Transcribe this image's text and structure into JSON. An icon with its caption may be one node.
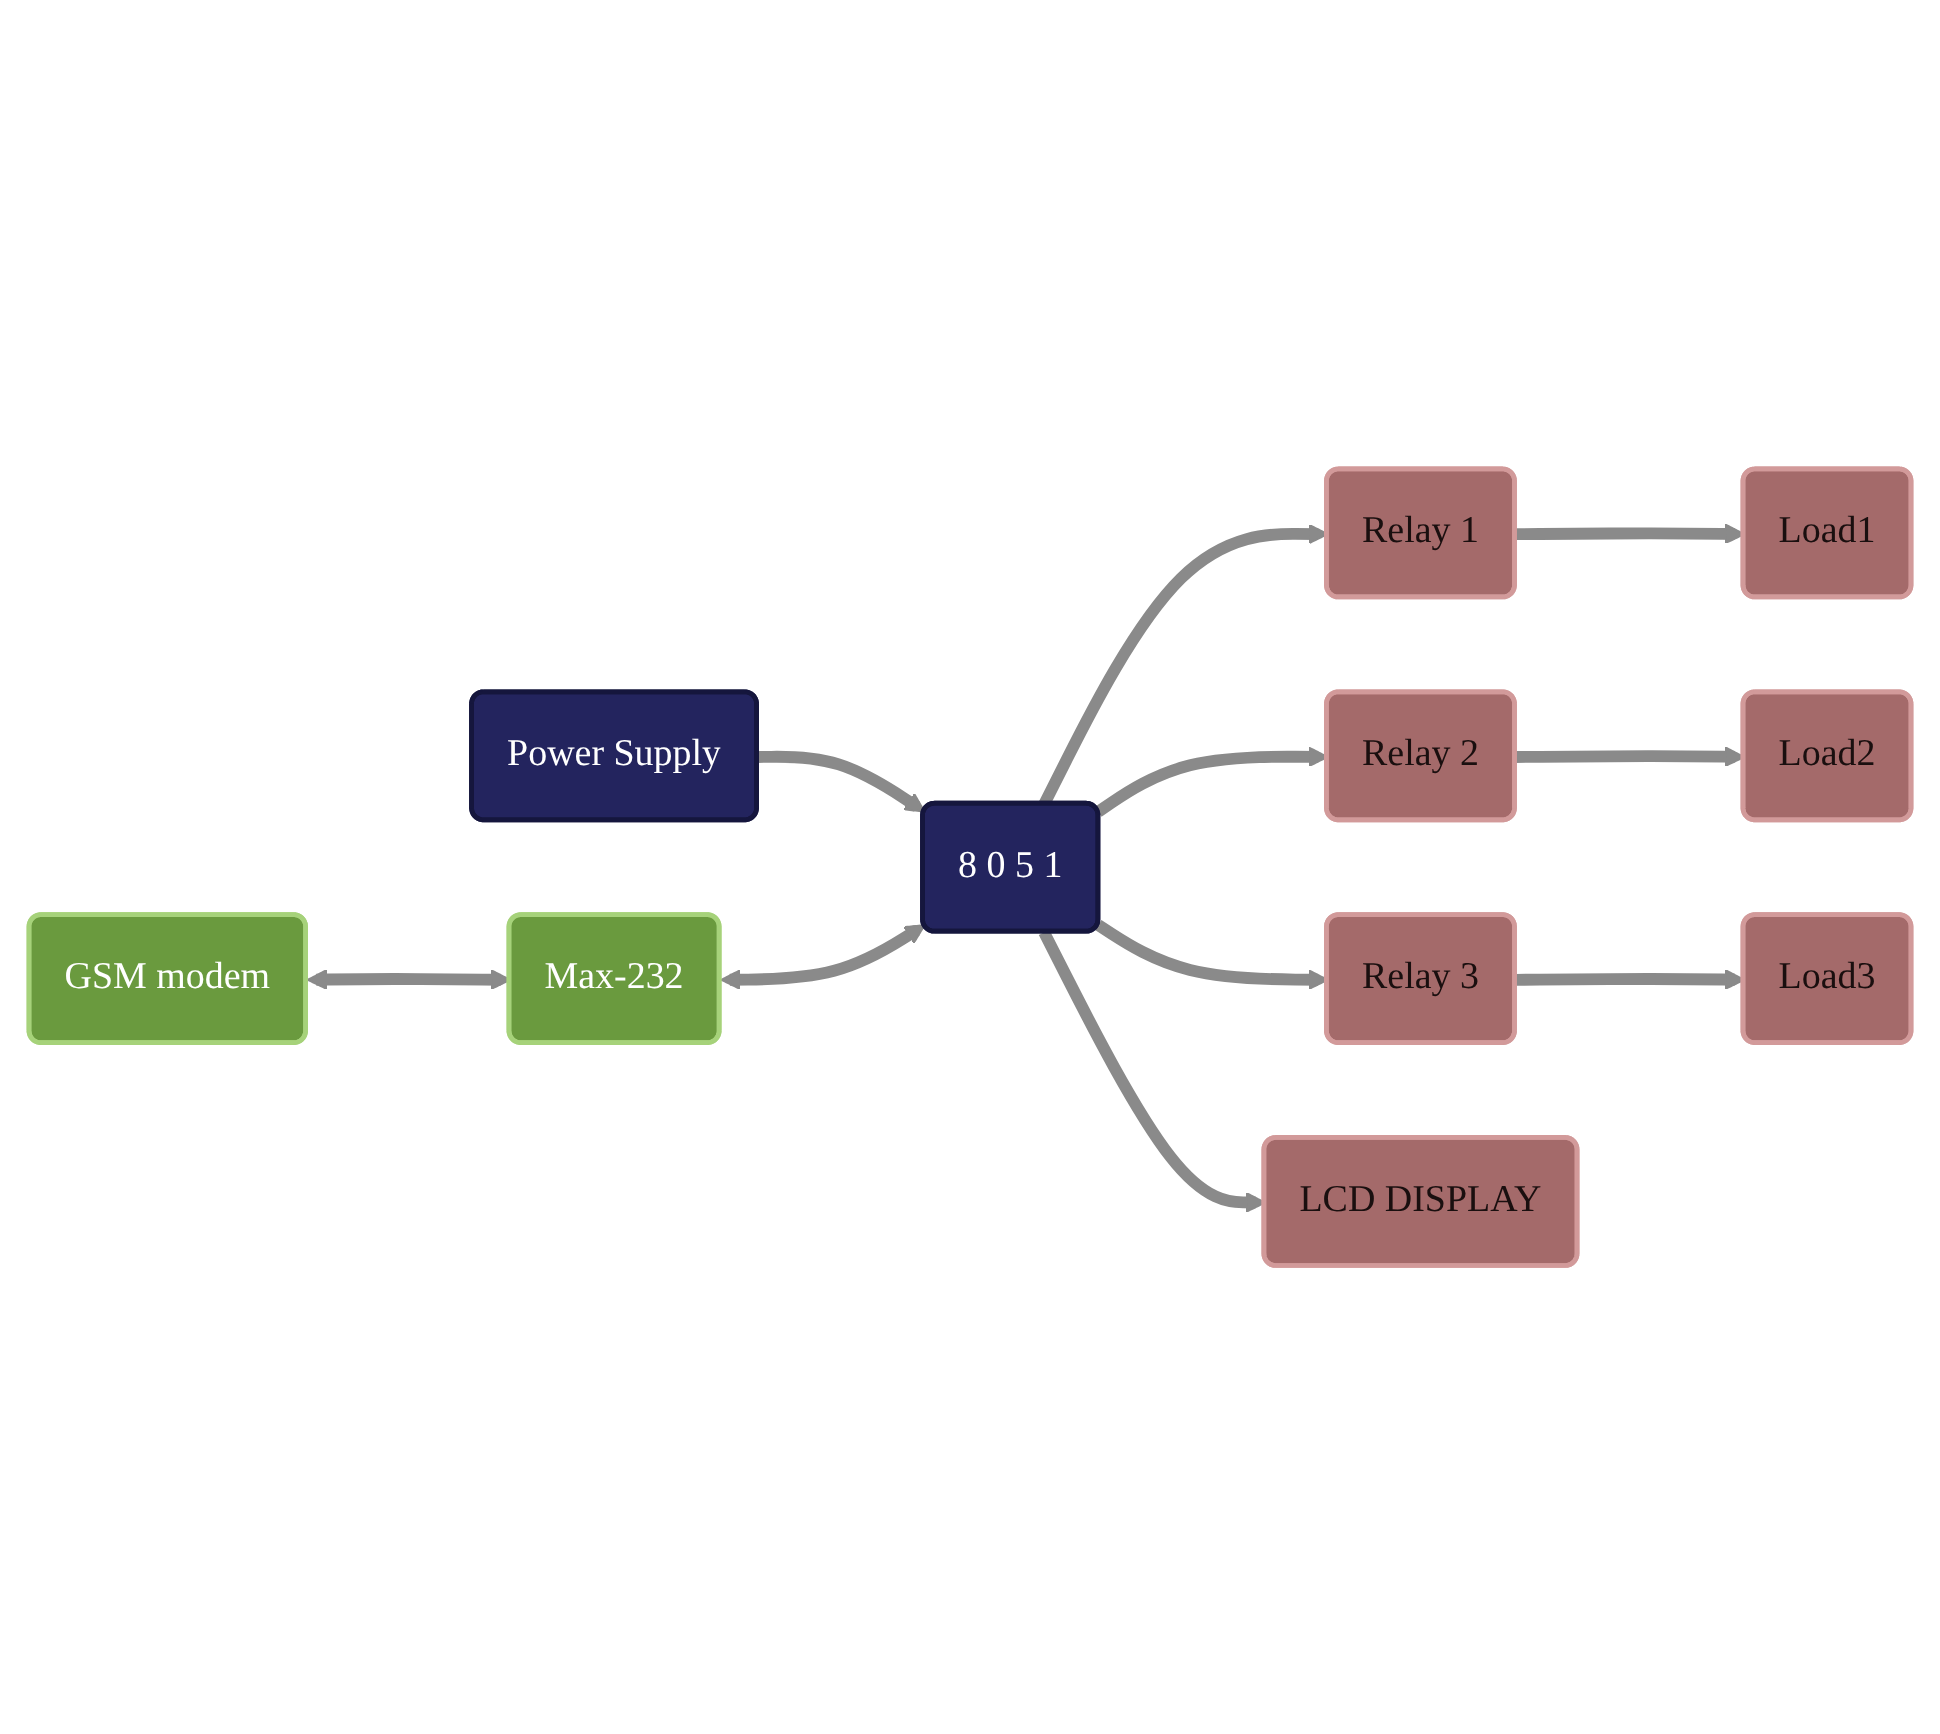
{
  "diagram": {
    "nodes": [
      {
        "text": [
          "Power Supply"
        ]
      },
      {
        "text": [
          "8 0 5 1"
        ]
      },
      {
        "text": [
          "Relay 1"
        ]
      },
      {
        "text": [
          "Load1"
        ]
      },
      {
        "text": [
          "Relay 2"
        ]
      },
      {
        "text": [
          "Load2"
        ]
      },
      {
        "text": [
          "Relay 3"
        ]
      },
      {
        "text": [
          "Load3"
        ]
      },
      {
        "text": [
          "LCD DISPLAY"
        ]
      },
      {
        "text": [
          "GSM modem"
        ]
      },
      {
        "text": [
          "Max-232"
        ]
      }
    ],
    "edges": [
      {
        "from": 0,
        "to": 1,
        "arrow": "to"
      },
      {
        "from": 1,
        "to": 2,
        "arrow": "to"
      },
      {
        "from": 2,
        "to": 3,
        "arrow": "to"
      },
      {
        "from": 1,
        "to": 4,
        "arrow": "to"
      },
      {
        "from": 4,
        "to": 5,
        "arrow": "to"
      },
      {
        "from": 1,
        "to": 6,
        "arrow": "to"
      },
      {
        "from": 6,
        "to": 7,
        "arrow": "to"
      },
      {
        "from": 1,
        "to": 8,
        "arrow": "to"
      },
      {
        "from": 9,
        "to": 10,
        "arrow": "both"
      },
      {
        "from": 10,
        "to": 1,
        "arrow": "both"
      }
    ]
  }
}
